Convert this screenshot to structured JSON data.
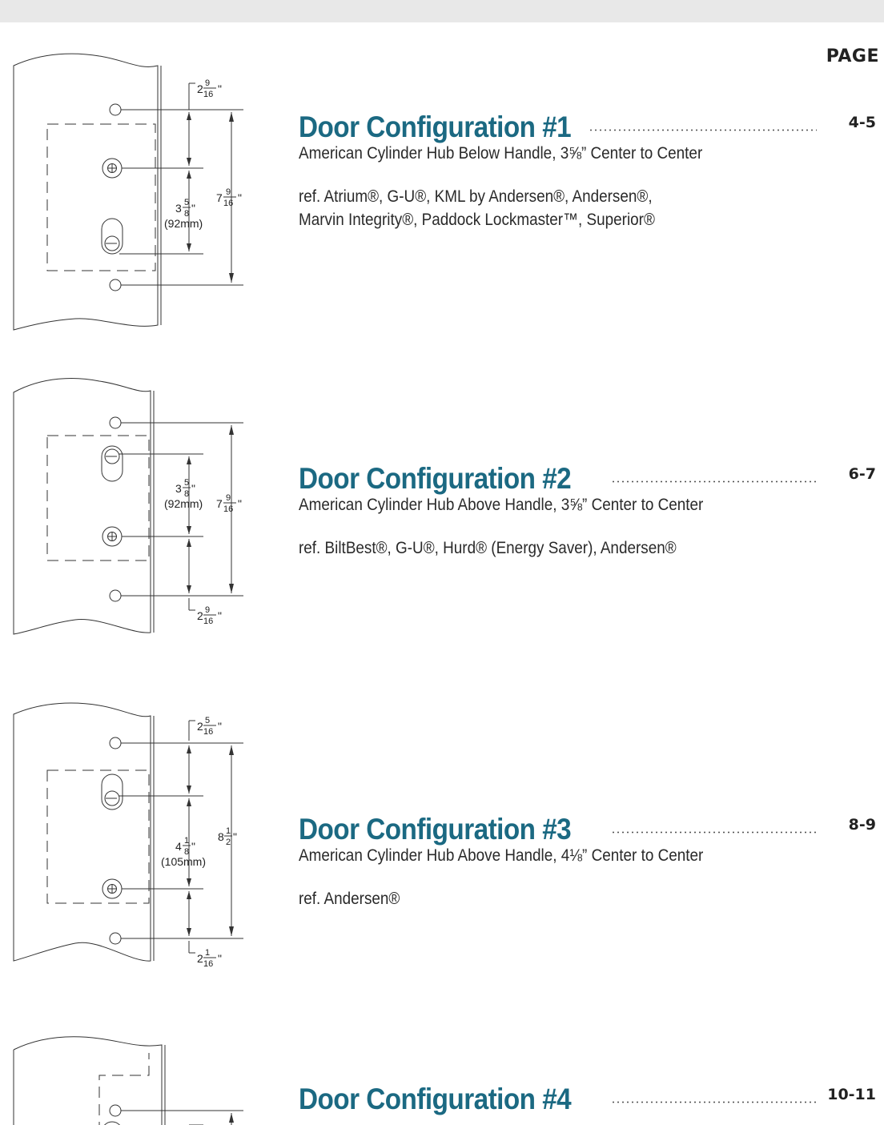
{
  "header": {
    "page_label": "PAGE"
  },
  "configurations": [
    {
      "title": "Door Configuration #1",
      "page": "4-5",
      "subtitle": "American Cylinder Hub Below Handle, 3⅝” Center to Center",
      "ref": "ref. Atrium®, G-U®, KML by Andersen®, Andersen®,\nMarvin Integrity®, Paddock Lockmaster™, Superior®",
      "dims": {
        "top": "2",
        "top_num": "9",
        "top_den": "16",
        "mid": "3",
        "mid_num": "5",
        "mid_den": "8",
        "mid_mm": "(92mm)",
        "total": "7",
        "total_num": "9",
        "total_den": "16"
      }
    },
    {
      "title": "Door Configuration #2",
      "page": "6-7",
      "subtitle": "American Cylinder Hub Above Handle, 3⅝” Center to Center",
      "ref": "ref. BiltBest®, G-U®, Hurd® (Energy Saver), Andersen®",
      "dims": {
        "bottom": "2",
        "bottom_num": "9",
        "bottom_den": "16",
        "mid": "3",
        "mid_num": "5",
        "mid_den": "8",
        "mid_mm": "(92mm)",
        "total": "7",
        "total_num": "9",
        "total_den": "16"
      }
    },
    {
      "title": "Door Configuration #3",
      "page": "8-9",
      "subtitle": "American Cylinder Hub Above Handle, 4⅛” Center to Center",
      "ref": "ref. Andersen®",
      "dims": {
        "top": "2",
        "top_num": "5",
        "top_den": "16",
        "mid": "4",
        "mid_num": "1",
        "mid_den": "8",
        "mid_mm": "(105mm)",
        "total": "8",
        "total_num": "1",
        "total_den": "2",
        "bottom": "2",
        "bottom_num": "1",
        "bottom_den": "16"
      }
    },
    {
      "title": "Door Configuration #4",
      "page": "10-11"
    }
  ]
}
